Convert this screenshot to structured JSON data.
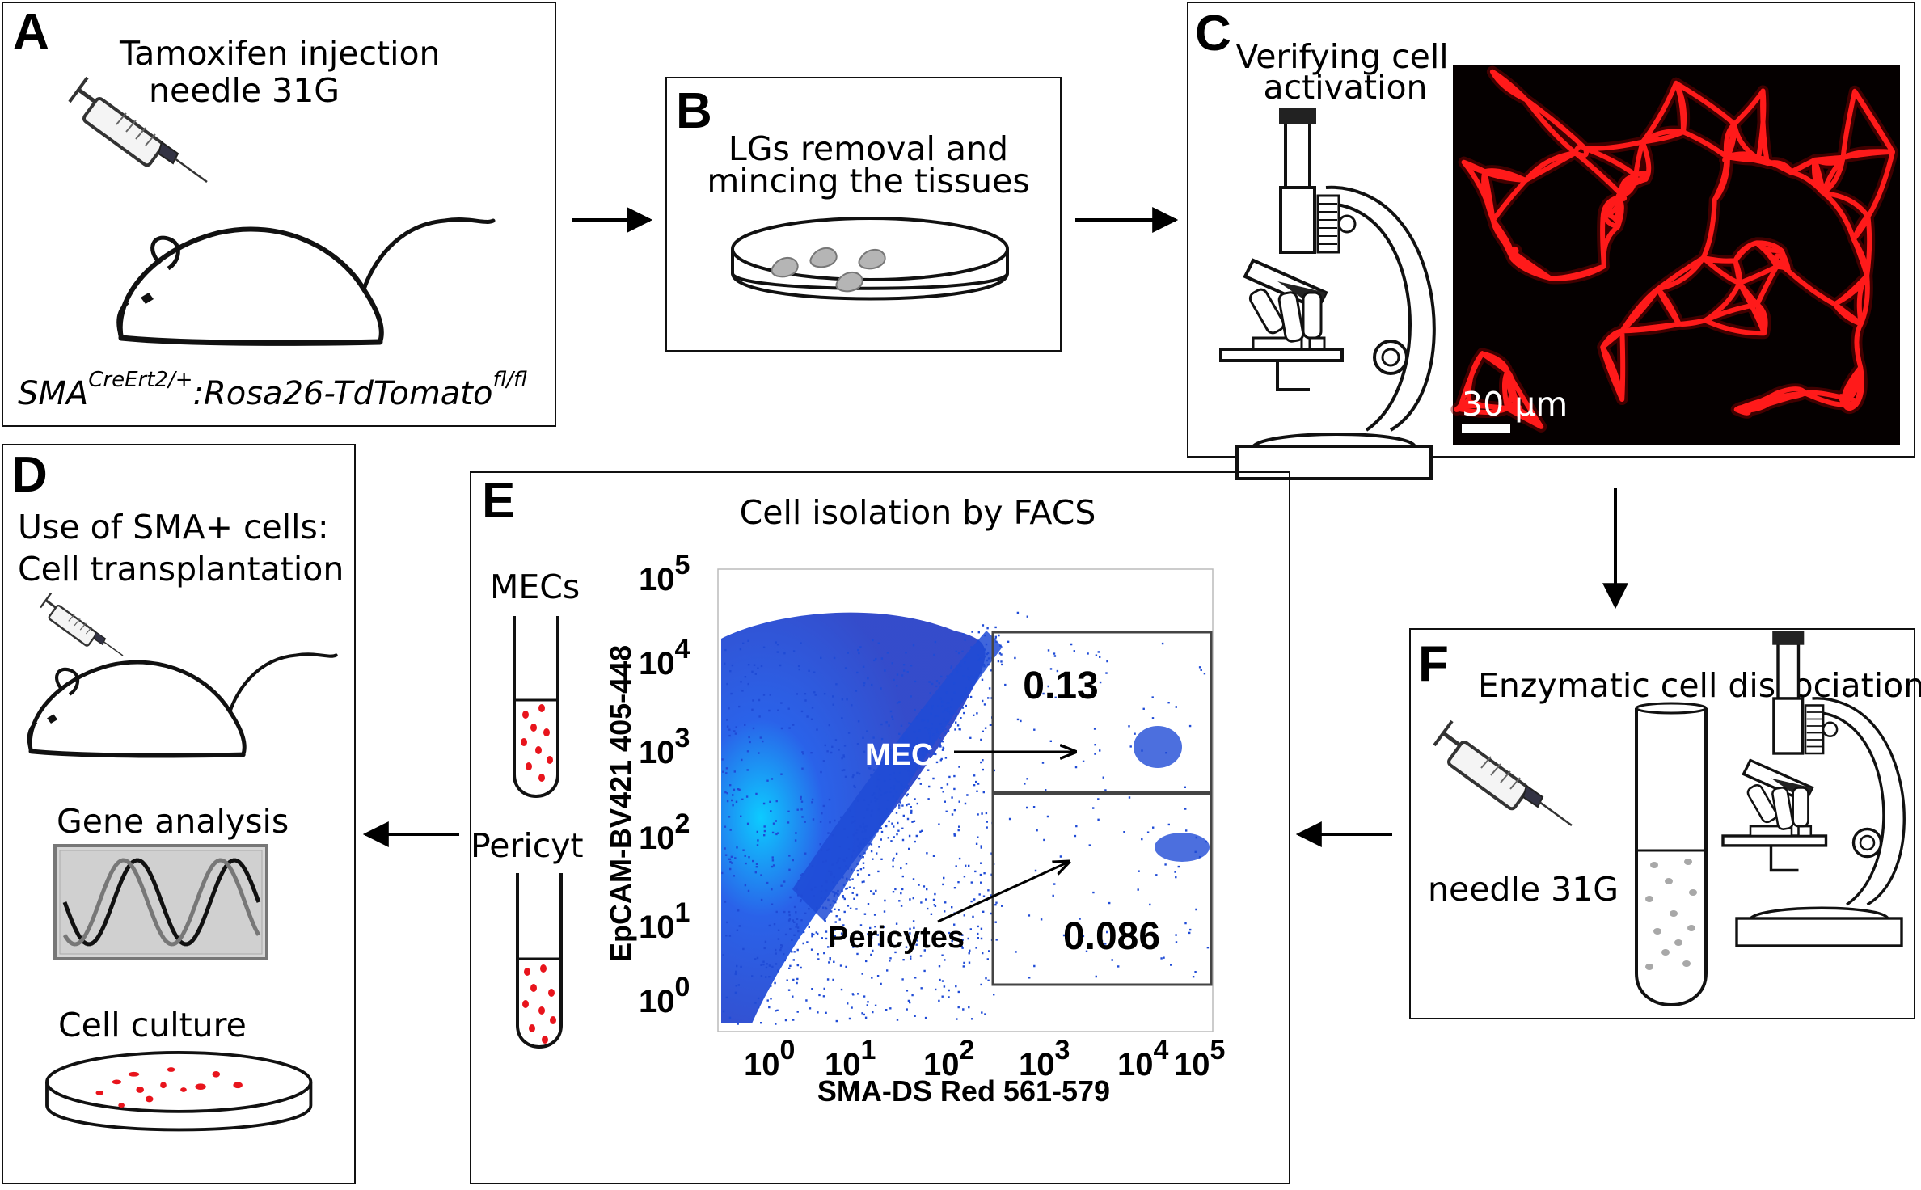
{
  "panels": {
    "A": {
      "letter": "A",
      "line1": "Tamoxifen injection",
      "line2": "needle 31G",
      "genotype": {
        "part1": "SMA",
        "sup1": "CreErt2/+",
        "part2": ":Rosa26-TdTomato",
        "sup2": "fl/fl"
      }
    },
    "B": {
      "letter": "B",
      "line1": "LGs removal and",
      "line2": "mincing the tissues"
    },
    "C": {
      "letter": "C",
      "line1": "Verifying cell",
      "line2": "activation",
      "scale_label": "30 µm"
    },
    "D": {
      "letter": "D",
      "line1": "Use of SMA+ cells:",
      "line2": "Cell transplantation",
      "gene": "Gene analysis",
      "culture": "Cell culture"
    },
    "E": {
      "letter": "E",
      "title": "Cell isolation by FACS",
      "tube1": "MECs",
      "tube2": "Pericyt",
      "plot": {
        "ylabel": "EpCAM-BV421 405-448",
        "xlabel": "SMA-DS Red 561-579",
        "gate_upper": "0.13",
        "gate_lower": "0.086",
        "mec_label": "MEC",
        "pericyte_label": "Pericytes",
        "ticks_base": "10",
        "ticks_exp": [
          "0",
          "1",
          "2",
          "3",
          "4",
          "5"
        ]
      }
    },
    "F": {
      "letter": "F",
      "title": "Enzymatic cell dissociation",
      "needle": "needle 31G"
    }
  },
  "colors": {
    "facs_blue": "#1f4bd6",
    "tomato_red": "#ff1a1a",
    "cell_red": "#e8141c"
  }
}
